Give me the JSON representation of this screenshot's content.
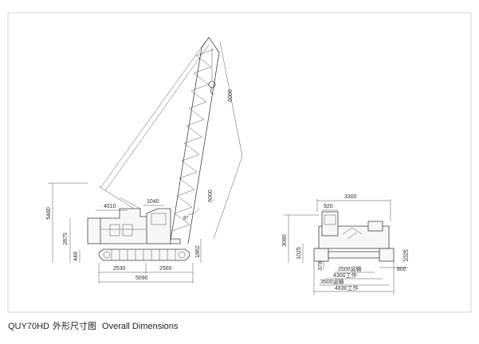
{
  "caption": {
    "model": "QUY70HD",
    "chinese": "外形尺寸图",
    "english": "Overall Dimensions"
  },
  "side_view": {
    "boom_upper": "6000",
    "boom_lower": "6000",
    "offset": "4010",
    "pivot": "1040",
    "angle": "8°",
    "height": "5480",
    "mid_height": "2875",
    "clearance": "448",
    "track_height": "1862",
    "tail": "2530",
    "front": "2560",
    "total": "5090"
  },
  "front_view": {
    "width_top": "3300",
    "cab": "920",
    "height": "3080",
    "track_h": "1025",
    "ground": "378",
    "track_h_right": "1025",
    "shoe": "800",
    "d1": "2500运输",
    "d2": "4300工作",
    "d3": "3500运输",
    "d4": "4830工作"
  }
}
